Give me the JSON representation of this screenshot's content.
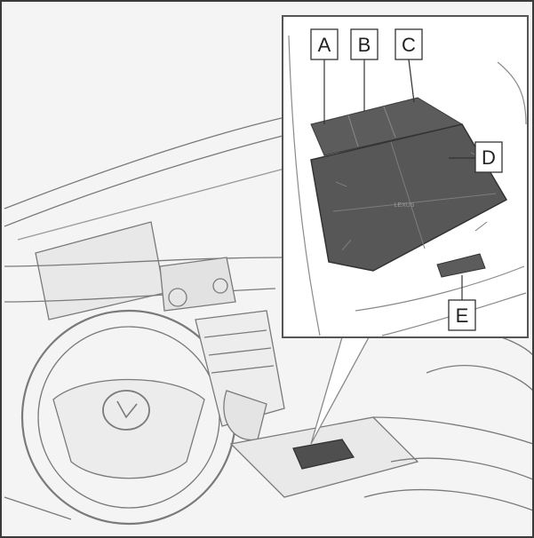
{
  "labels": {
    "a": "A",
    "b": "B",
    "c": "C",
    "d": "D",
    "e": "E"
  },
  "pad_logo_text": "LEXUS",
  "colors": {
    "frame": "#3a3a3a",
    "line": "#6a6a6a",
    "fill_light": "#efefef",
    "fill_mid": "#d6d6d6",
    "fill_dark": "#5a5a5a"
  }
}
